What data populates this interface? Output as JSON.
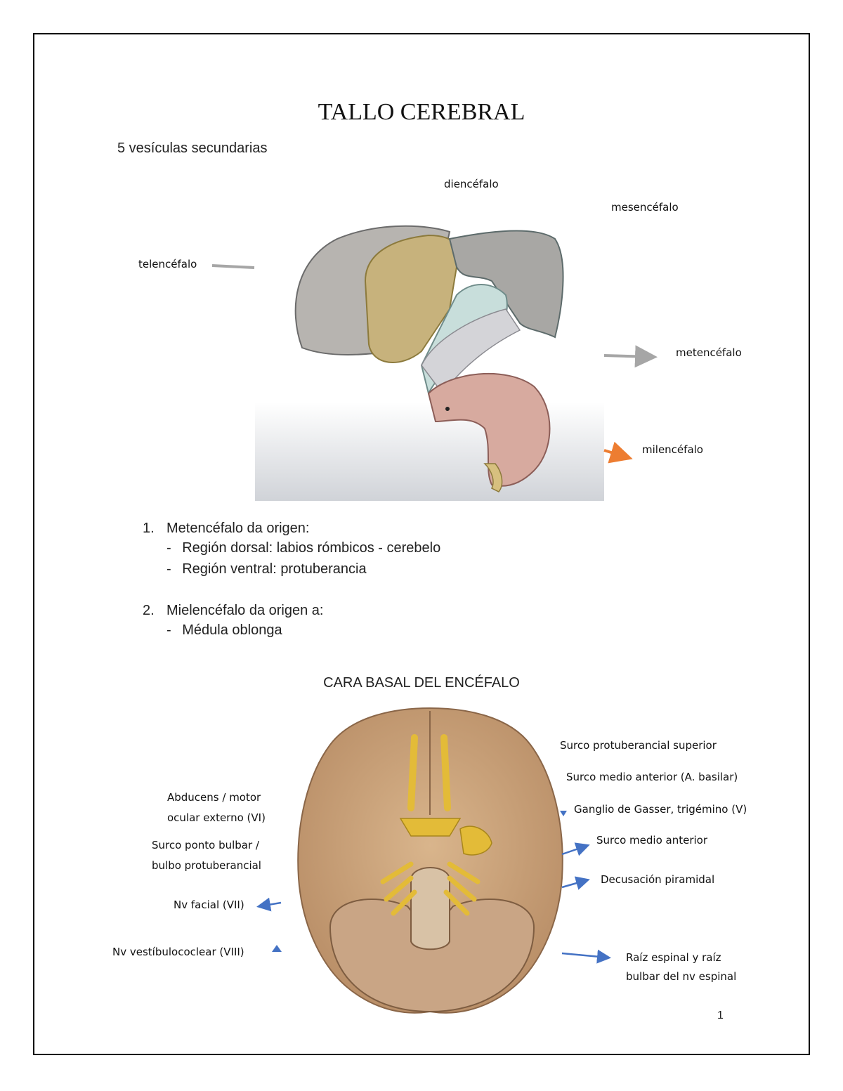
{
  "document": {
    "title": "TALLO CEREBRAL",
    "subtitle": "5 vesículas secundarias",
    "page_number": "1"
  },
  "vesicles_figure": {
    "labels": {
      "diencefalo": "diencéfalo",
      "mesencefalo": "mesencéfalo",
      "telencefalo": "telencéfalo",
      "metencefalo": "metencéfalo",
      "milencefalo": "milencéfalo"
    }
  },
  "list": {
    "item1": {
      "number": "1.",
      "text": "Metencéfalo da origen:",
      "sub": [
        "Región dorsal: labios rómbicos - cerebelo",
        "Región ventral: protuberancia"
      ]
    },
    "item2": {
      "number": "2.",
      "text": "Mielencéfalo da origen a:",
      "sub": [
        "Médula oblonga"
      ]
    },
    "dash": "-"
  },
  "basal_figure": {
    "title": "CARA BASAL DEL ENCÉFALO",
    "left_labels": {
      "abducens_1": "Abducens / motor",
      "abducens_2": "ocular externo (VI)",
      "surco_ponto_1": "Surco ponto bulbar /",
      "surco_ponto_2": "bulbo protuberancial",
      "nv_facial": "Nv facial (VII)",
      "nv_vestibulo": "Nv vestíbulococlear (VIII)"
    },
    "right_labels": {
      "surco_protuberancial": "Surco protuberancial superior",
      "surco_medio_basilar": "Surco medio anterior (A. basilar)",
      "ganglio_gasser": "Ganglio de Gasser, trigémino (V)",
      "surco_medio_anterior": "Surco medio anterior",
      "decusacion": "Decusación piramidal",
      "raiz_1": "Raíz espinal y raíz",
      "raiz_2": "bulbar del nv espinal"
    }
  },
  "colors": {
    "arrow_gray": "#a6a6a6",
    "arrow_orange": "#ed7d31",
    "arrow_blue": "#4472c4"
  }
}
